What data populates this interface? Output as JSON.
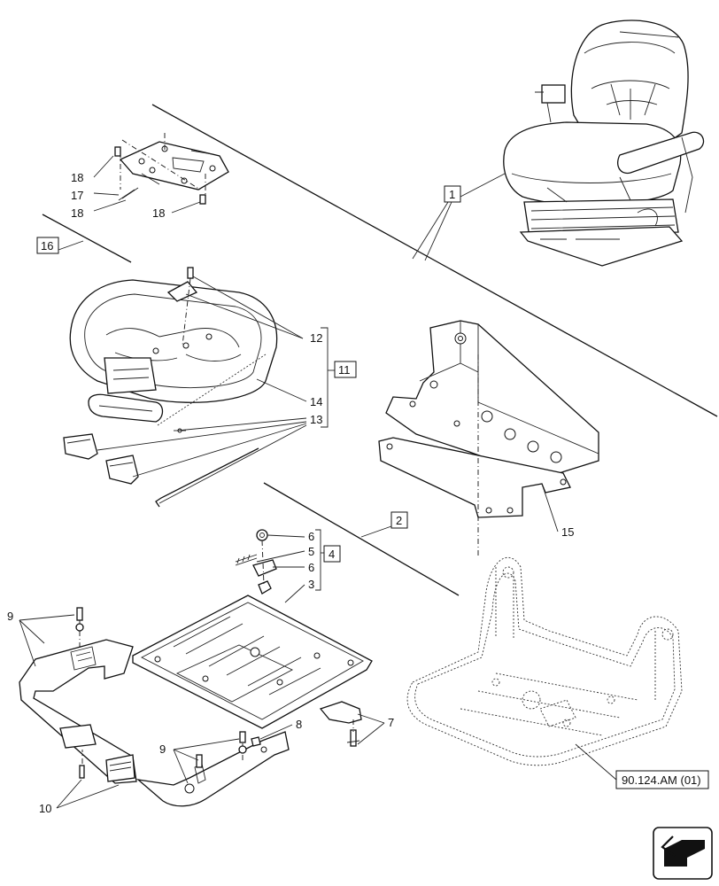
{
  "callouts": {
    "c1": "1",
    "c2": "2",
    "c3": "3",
    "c4": "4",
    "c5": "5",
    "c6a": "6",
    "c6b": "6",
    "c7": "7",
    "c8": "8",
    "c9a": "9",
    "c9b": "9",
    "c10": "10",
    "c11": "11",
    "c12": "12",
    "c13": "13",
    "c14": "14",
    "c15": "15",
    "c16": "16",
    "c17": "17",
    "c18a": "18",
    "c18b": "18",
    "c18c": "18"
  },
  "reference": "90.124.AM (01)",
  "icons": {
    "nav": "arrow-left-icon"
  }
}
